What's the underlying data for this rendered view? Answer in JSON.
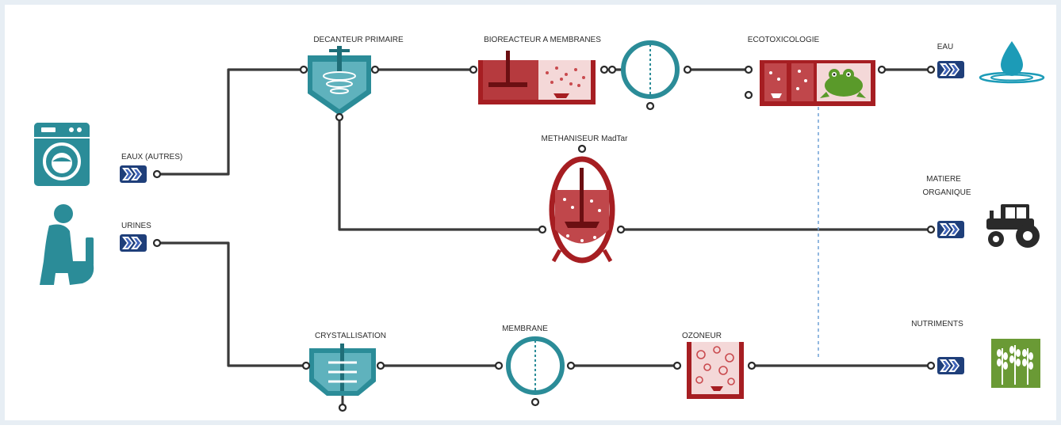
{
  "colors": {
    "teal": "#2b8c98",
    "red": "#a61e22",
    "pipe": "#3a3a3a",
    "navy": "#1f3f7a",
    "chevron": "#3f63b8",
    "green": "#6a9a35",
    "water": "#1c9bb7",
    "dashed": "#6fa0d6",
    "frame": "#e7eef4"
  },
  "labels": {
    "decanteur": "DECANTEUR PRIMAIRE",
    "bioreacteur": "BIOREACTEUR A MEMBRANES",
    "ecotox": "ECOTOXICOLOGIE",
    "eau": "EAU",
    "eaux_autres": "EAUX (AUTRES)",
    "methaniseur": "METHANISEUR MadTar",
    "matiere_1": "MATIERE",
    "matiere_2": "ORGANIQUE",
    "urines": "URINES",
    "crystallisation": "CRYSTALLISATION",
    "membrane": "MEMBRANE",
    "ozoneur": "OZONEUR",
    "nutriments": "NUTRIMENTS"
  },
  "icons": {
    "washing_machine": "washing-machine-icon",
    "toilet_person": "person-on-toilet-icon",
    "water_drop": "water-drop-icon",
    "tractor": "tractor-icon",
    "wheat": "wheat-icon",
    "frog": "frog-icon"
  }
}
